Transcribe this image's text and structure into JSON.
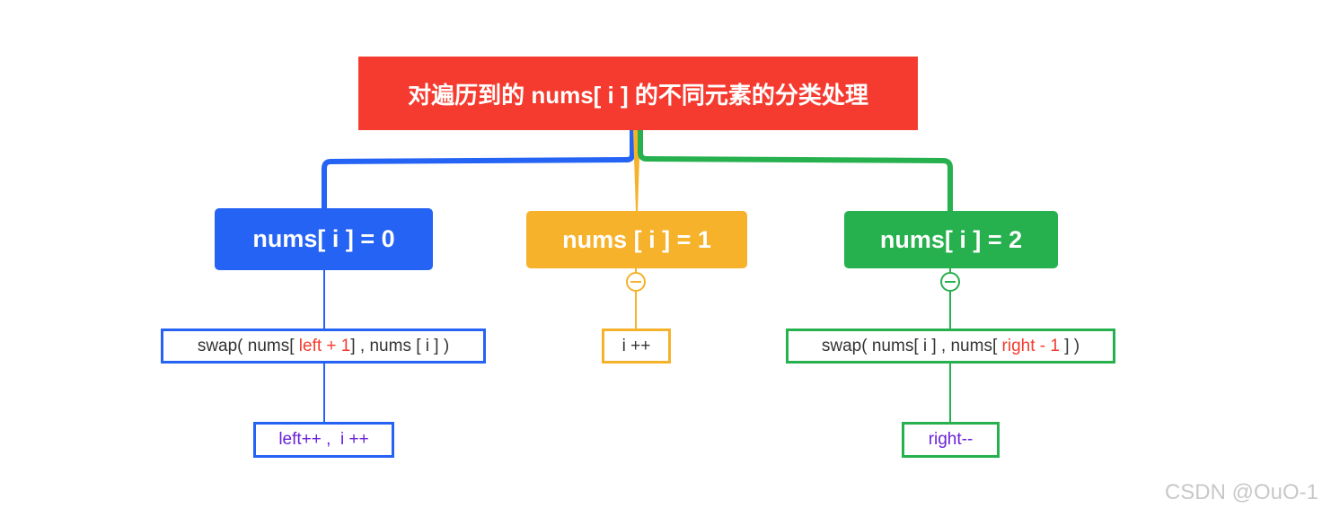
{
  "root": {
    "label": "对遍历到的 nums[ i ] 的不同元素的分类处理",
    "color": "#f53b2f"
  },
  "branches": [
    {
      "label": "nums[ i ] = 0",
      "color": "#2563f5",
      "action": {
        "prefix": "swap( nums[ ",
        "highlight": "left + 1",
        "suffix": "] , nums [ i ] )"
      },
      "followup": "left++ ,  i ++"
    },
    {
      "label": "nums [ i ] = 1",
      "color": "#f5b22a",
      "collapse_icon": "minus-circle-icon",
      "action": {
        "text": "i ++"
      }
    },
    {
      "label": "nums[ i ] = 2",
      "color": "#26b04e",
      "collapse_icon": "minus-circle-icon",
      "action": {
        "prefix": "swap( nums[ i ] , nums[ ",
        "highlight": "right - 1",
        "suffix": " ] )"
      },
      "followup": "right--"
    }
  ],
  "highlight_color": "#f53b2f",
  "followup_color": "#6a22d9",
  "watermark": "CSDN @OuO-1"
}
